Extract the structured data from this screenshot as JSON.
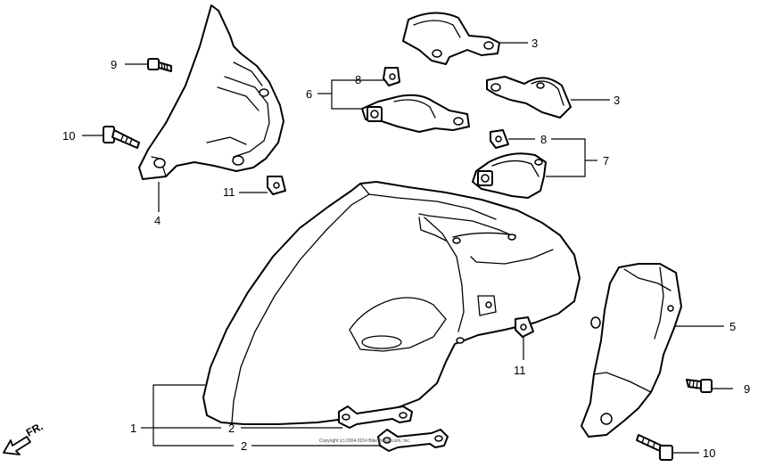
{
  "callouts": [
    {
      "id": "c1",
      "label": "1"
    },
    {
      "id": "c2a",
      "label": "2"
    },
    {
      "id": "c2b",
      "label": "2"
    },
    {
      "id": "c3a",
      "label": "3"
    },
    {
      "id": "c3b",
      "label": "3"
    },
    {
      "id": "c4",
      "label": "4"
    },
    {
      "id": "c5",
      "label": "5"
    },
    {
      "id": "c6",
      "label": "6"
    },
    {
      "id": "c7",
      "label": "7"
    },
    {
      "id": "c8a",
      "label": "8"
    },
    {
      "id": "c8b",
      "label": "8"
    },
    {
      "id": "c9a",
      "label": "9"
    },
    {
      "id": "c9b",
      "label": "9"
    },
    {
      "id": "c10a",
      "label": "10"
    },
    {
      "id": "c10b",
      "label": "10"
    },
    {
      "id": "c11a",
      "label": "11"
    },
    {
      "id": "c11b",
      "label": "11"
    }
  ],
  "direction_indicator": {
    "label": "FR.",
    "icon": "arrow-left-down-icon"
  },
  "copyright": "Copyright (c) 2004-2014 Bike Bandit.com, Inc."
}
